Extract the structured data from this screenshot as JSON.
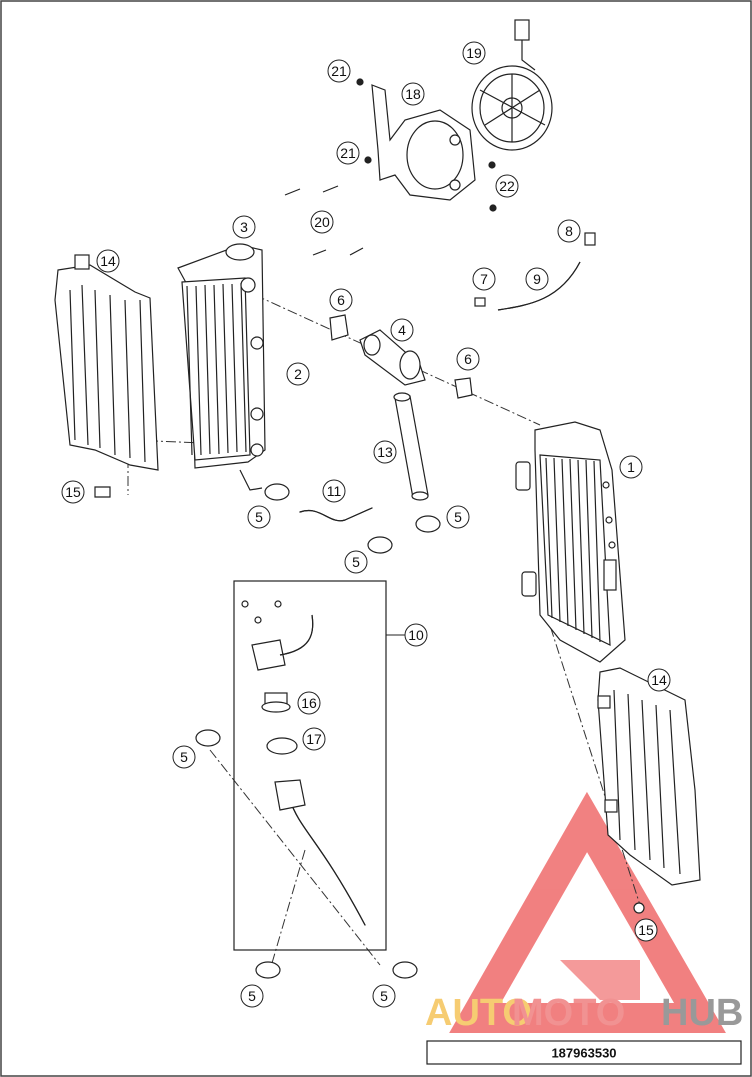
{
  "diagram": {
    "part_number": "187963530",
    "watermark": {
      "word_part1": "AUTO",
      "word_part2": "MOTO",
      "word_part3": "HUB",
      "colors": {
        "auto": "#f5c45a",
        "moto": "#ef7f7f",
        "hub": "#888888",
        "triangle": "#ef6b6b"
      }
    },
    "callouts": [
      {
        "id": "c1",
        "label": "1"
      },
      {
        "id": "c2",
        "label": "2"
      },
      {
        "id": "c3",
        "label": "3"
      },
      {
        "id": "c4",
        "label": "4"
      },
      {
        "id": "c5a",
        "label": "5"
      },
      {
        "id": "c5b",
        "label": "5"
      },
      {
        "id": "c5c",
        "label": "5"
      },
      {
        "id": "c5d",
        "label": "5"
      },
      {
        "id": "c5e",
        "label": "5"
      },
      {
        "id": "c5f",
        "label": "5"
      },
      {
        "id": "c6a",
        "label": "6"
      },
      {
        "id": "c6b",
        "label": "6"
      },
      {
        "id": "c7",
        "label": "7"
      },
      {
        "id": "c8",
        "label": "8"
      },
      {
        "id": "c9",
        "label": "9"
      },
      {
        "id": "c10",
        "label": "10"
      },
      {
        "id": "c11",
        "label": "11"
      },
      {
        "id": "c13",
        "label": "13"
      },
      {
        "id": "c14a",
        "label": "14"
      },
      {
        "id": "c14b",
        "label": "14"
      },
      {
        "id": "c15a",
        "label": "15"
      },
      {
        "id": "c15b",
        "label": "15"
      },
      {
        "id": "c16",
        "label": "16"
      },
      {
        "id": "c17",
        "label": "17"
      },
      {
        "id": "c18",
        "label": "18"
      },
      {
        "id": "c19",
        "label": "19"
      },
      {
        "id": "c20",
        "label": "20"
      },
      {
        "id": "c21a",
        "label": "21"
      },
      {
        "id": "c21b",
        "label": "21"
      },
      {
        "id": "c22",
        "label": "22"
      }
    ]
  }
}
